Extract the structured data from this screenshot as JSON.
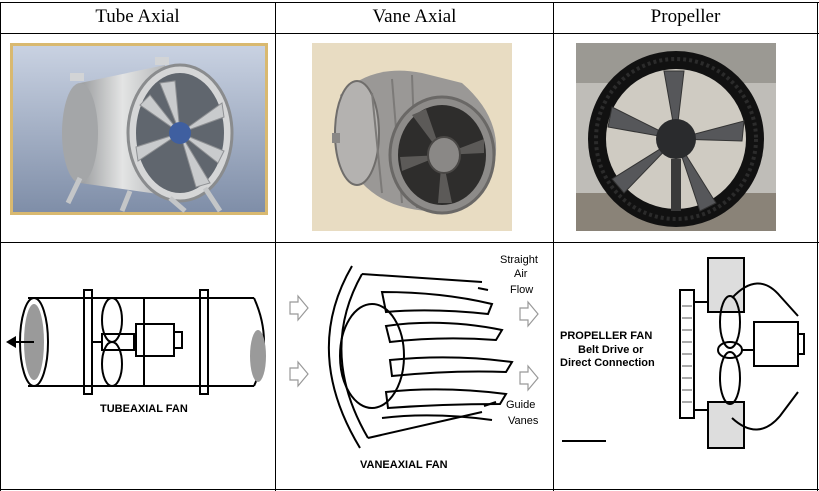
{
  "headers": {
    "tube": "Tube Axial",
    "vane": "Vane Axial",
    "propeller": "Propeller"
  },
  "diagrams": {
    "tube_label": "TUBEAXIAL FAN",
    "vane_label": "VANEAXIAL FAN",
    "vane_straight": "Straight",
    "vane_air": "Air",
    "vane_flow": "Flow",
    "vane_guide": "Guide",
    "vane_vanes": "Vanes",
    "prop_title": "PROPELLER FAN",
    "prop_sub1": "Belt Drive or",
    "prop_sub2": "Direct Connection"
  }
}
